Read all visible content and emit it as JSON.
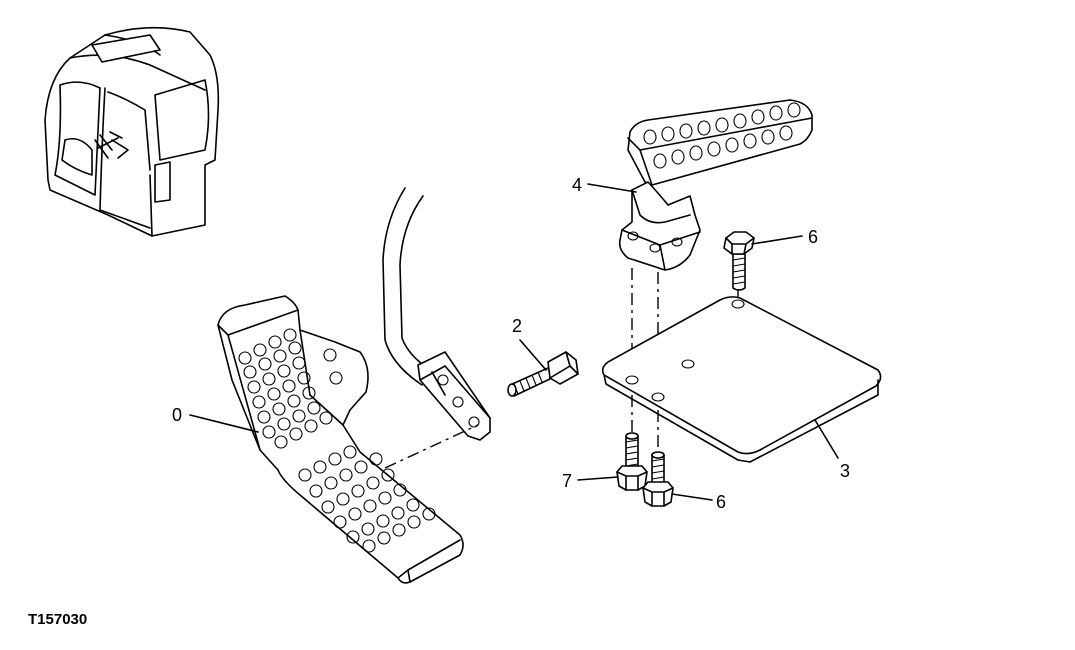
{
  "figure": {
    "id": "T157030"
  },
  "callouts": {
    "c0": "0",
    "c2": "2",
    "c3": "3",
    "c4": "4",
    "c6a": "6",
    "c6b": "6",
    "c7": "7"
  },
  "icons": {
    "cab_locator": "cab-locator-icon"
  }
}
